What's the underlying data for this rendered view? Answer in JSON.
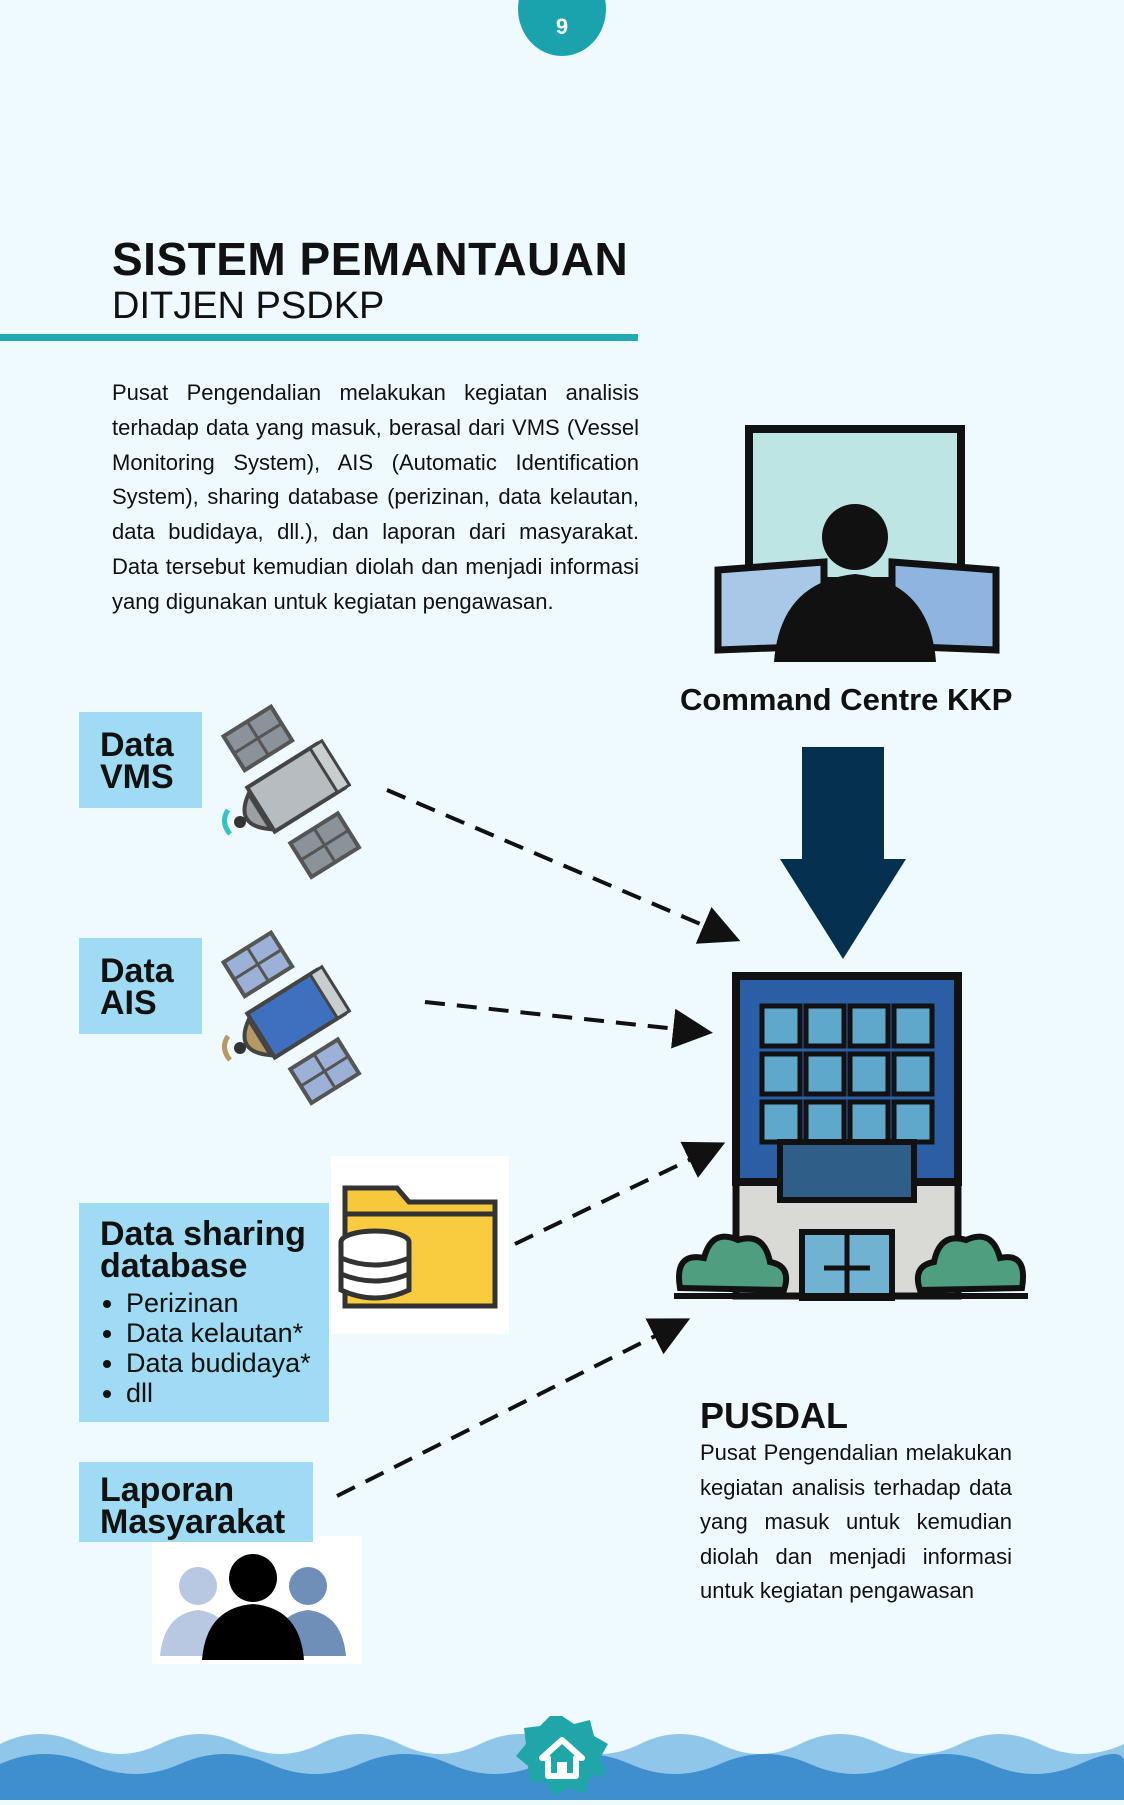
{
  "page_number": "9",
  "header": {
    "title": "SISTEM PEMANTAUAN",
    "subtitle": "DITJEN PSDKP"
  },
  "intro_text": "Pusat Pengendalian melakukan kegiatan analisis terhadap data yang masuk, berasal dari VMS (Vessel Monitoring System), AIS (Automatic Identification System), sharing database (perizinan, data kelautan, data budidaya, dll.), dan laporan dari masyarakat. Data tersebut kemudian diolah dan menjadi informasi yang digunakan untuk kegiatan pengawasan.",
  "command_centre": {
    "label": "Command Centre KKP"
  },
  "sources": {
    "vms": {
      "line1": "Data",
      "line2": "VMS"
    },
    "ais": {
      "line1": "Data",
      "line2": "AIS"
    },
    "sharing": {
      "line1": "Data sharing",
      "line2": "database",
      "items": [
        "Perizinan",
        "Data kelautan*",
        "Data budidaya*",
        "dll"
      ]
    },
    "laporan": {
      "line1": "Laporan",
      "line2": "Masyarakat"
    }
  },
  "pusdal": {
    "title": "PUSDAL",
    "description": "Pusat Pengendalian melakukan kegiatan analisis terhadap data yang masuk untuk kemudian diolah dan menjadi informasi untuk kegiatan pengawasan"
  },
  "icons": [
    "page-number-badge",
    "command-centre-icon",
    "satellite-vms-icon",
    "satellite-ais-icon",
    "database-folder-icon",
    "people-group-icon",
    "pusdal-building-icon",
    "home-icon",
    "wave-decoration"
  ],
  "colors": {
    "background": "#eefaff",
    "accent_teal": "#1aa3ad",
    "label_box": "#9fdcf3",
    "arrow_navy": "#05304f"
  }
}
